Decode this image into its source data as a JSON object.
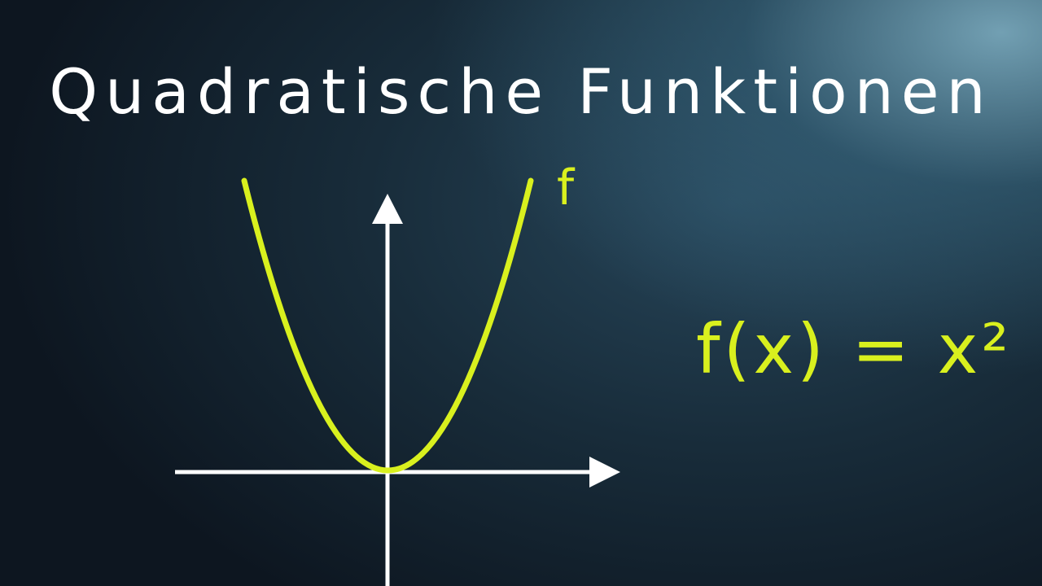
{
  "title": "Quadratische Funktionen",
  "graph": {
    "curve_label": "f",
    "curve_color": "#d9f01e",
    "axis_color": "#ffffff"
  },
  "formula": "f(x) = x²"
}
